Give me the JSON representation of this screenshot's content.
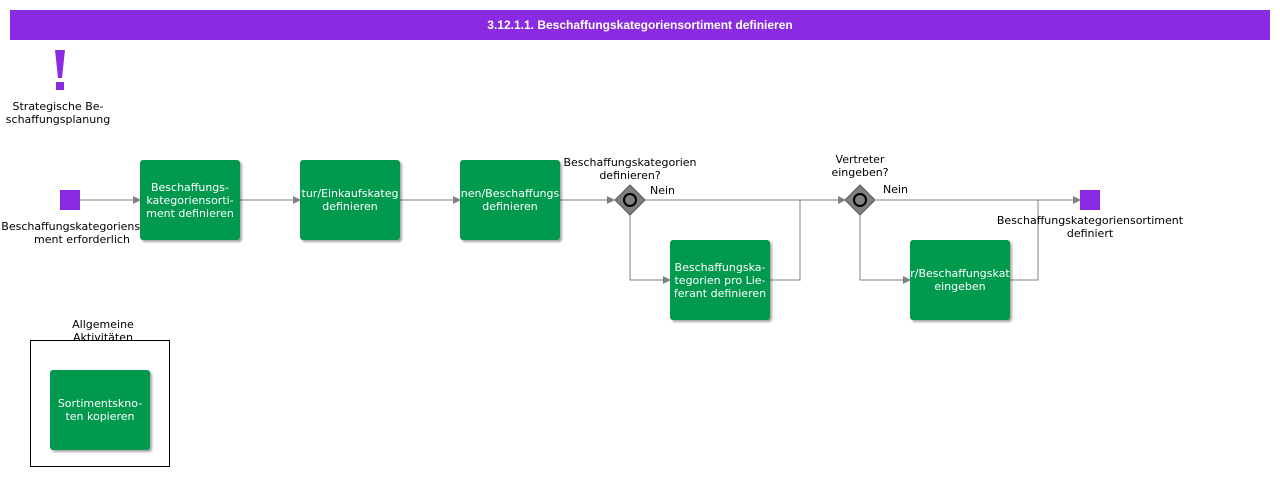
{
  "header": {
    "title": "3.12.1.1. Beschaffungskategoriensortiment definieren"
  },
  "trigger": {
    "label": "Strategische Be-\nschaffungsplanung",
    "icon": "exclamation-icon"
  },
  "start_event": {
    "label": "Beschaffungskategoriensorti-\nment erforderlich"
  },
  "end_event": {
    "label": "Beschaffungskategoriensortiment\ndefiniert"
  },
  "tasks": {
    "t1": "Beschaffungs-\nkategoriensorti-\nment definieren",
    "t2": "tur/Einkaufskateg\ndefinieren",
    "t3": "nen/Beschaffungs\ndefinieren",
    "t4": "Beschaffungska-\ntegorien pro Lie-\nferant definieren",
    "t5": "r/Beschaffungskat\neingeben",
    "t6": "Sortimentskno-\nten kopieren"
  },
  "gateways": {
    "g1": {
      "question": "Beschaffungskategorien\ndefinieren?",
      "no_label": "Nein"
    },
    "g2": {
      "question": "Vertreter\neingeben?",
      "no_label": "Nein"
    }
  },
  "group": {
    "label": "Allgemeine\nAktivitäten"
  },
  "colors": {
    "accent": "#8a2be2",
    "task": "#00994d",
    "gateway": "#808080",
    "connector": "#808080"
  }
}
